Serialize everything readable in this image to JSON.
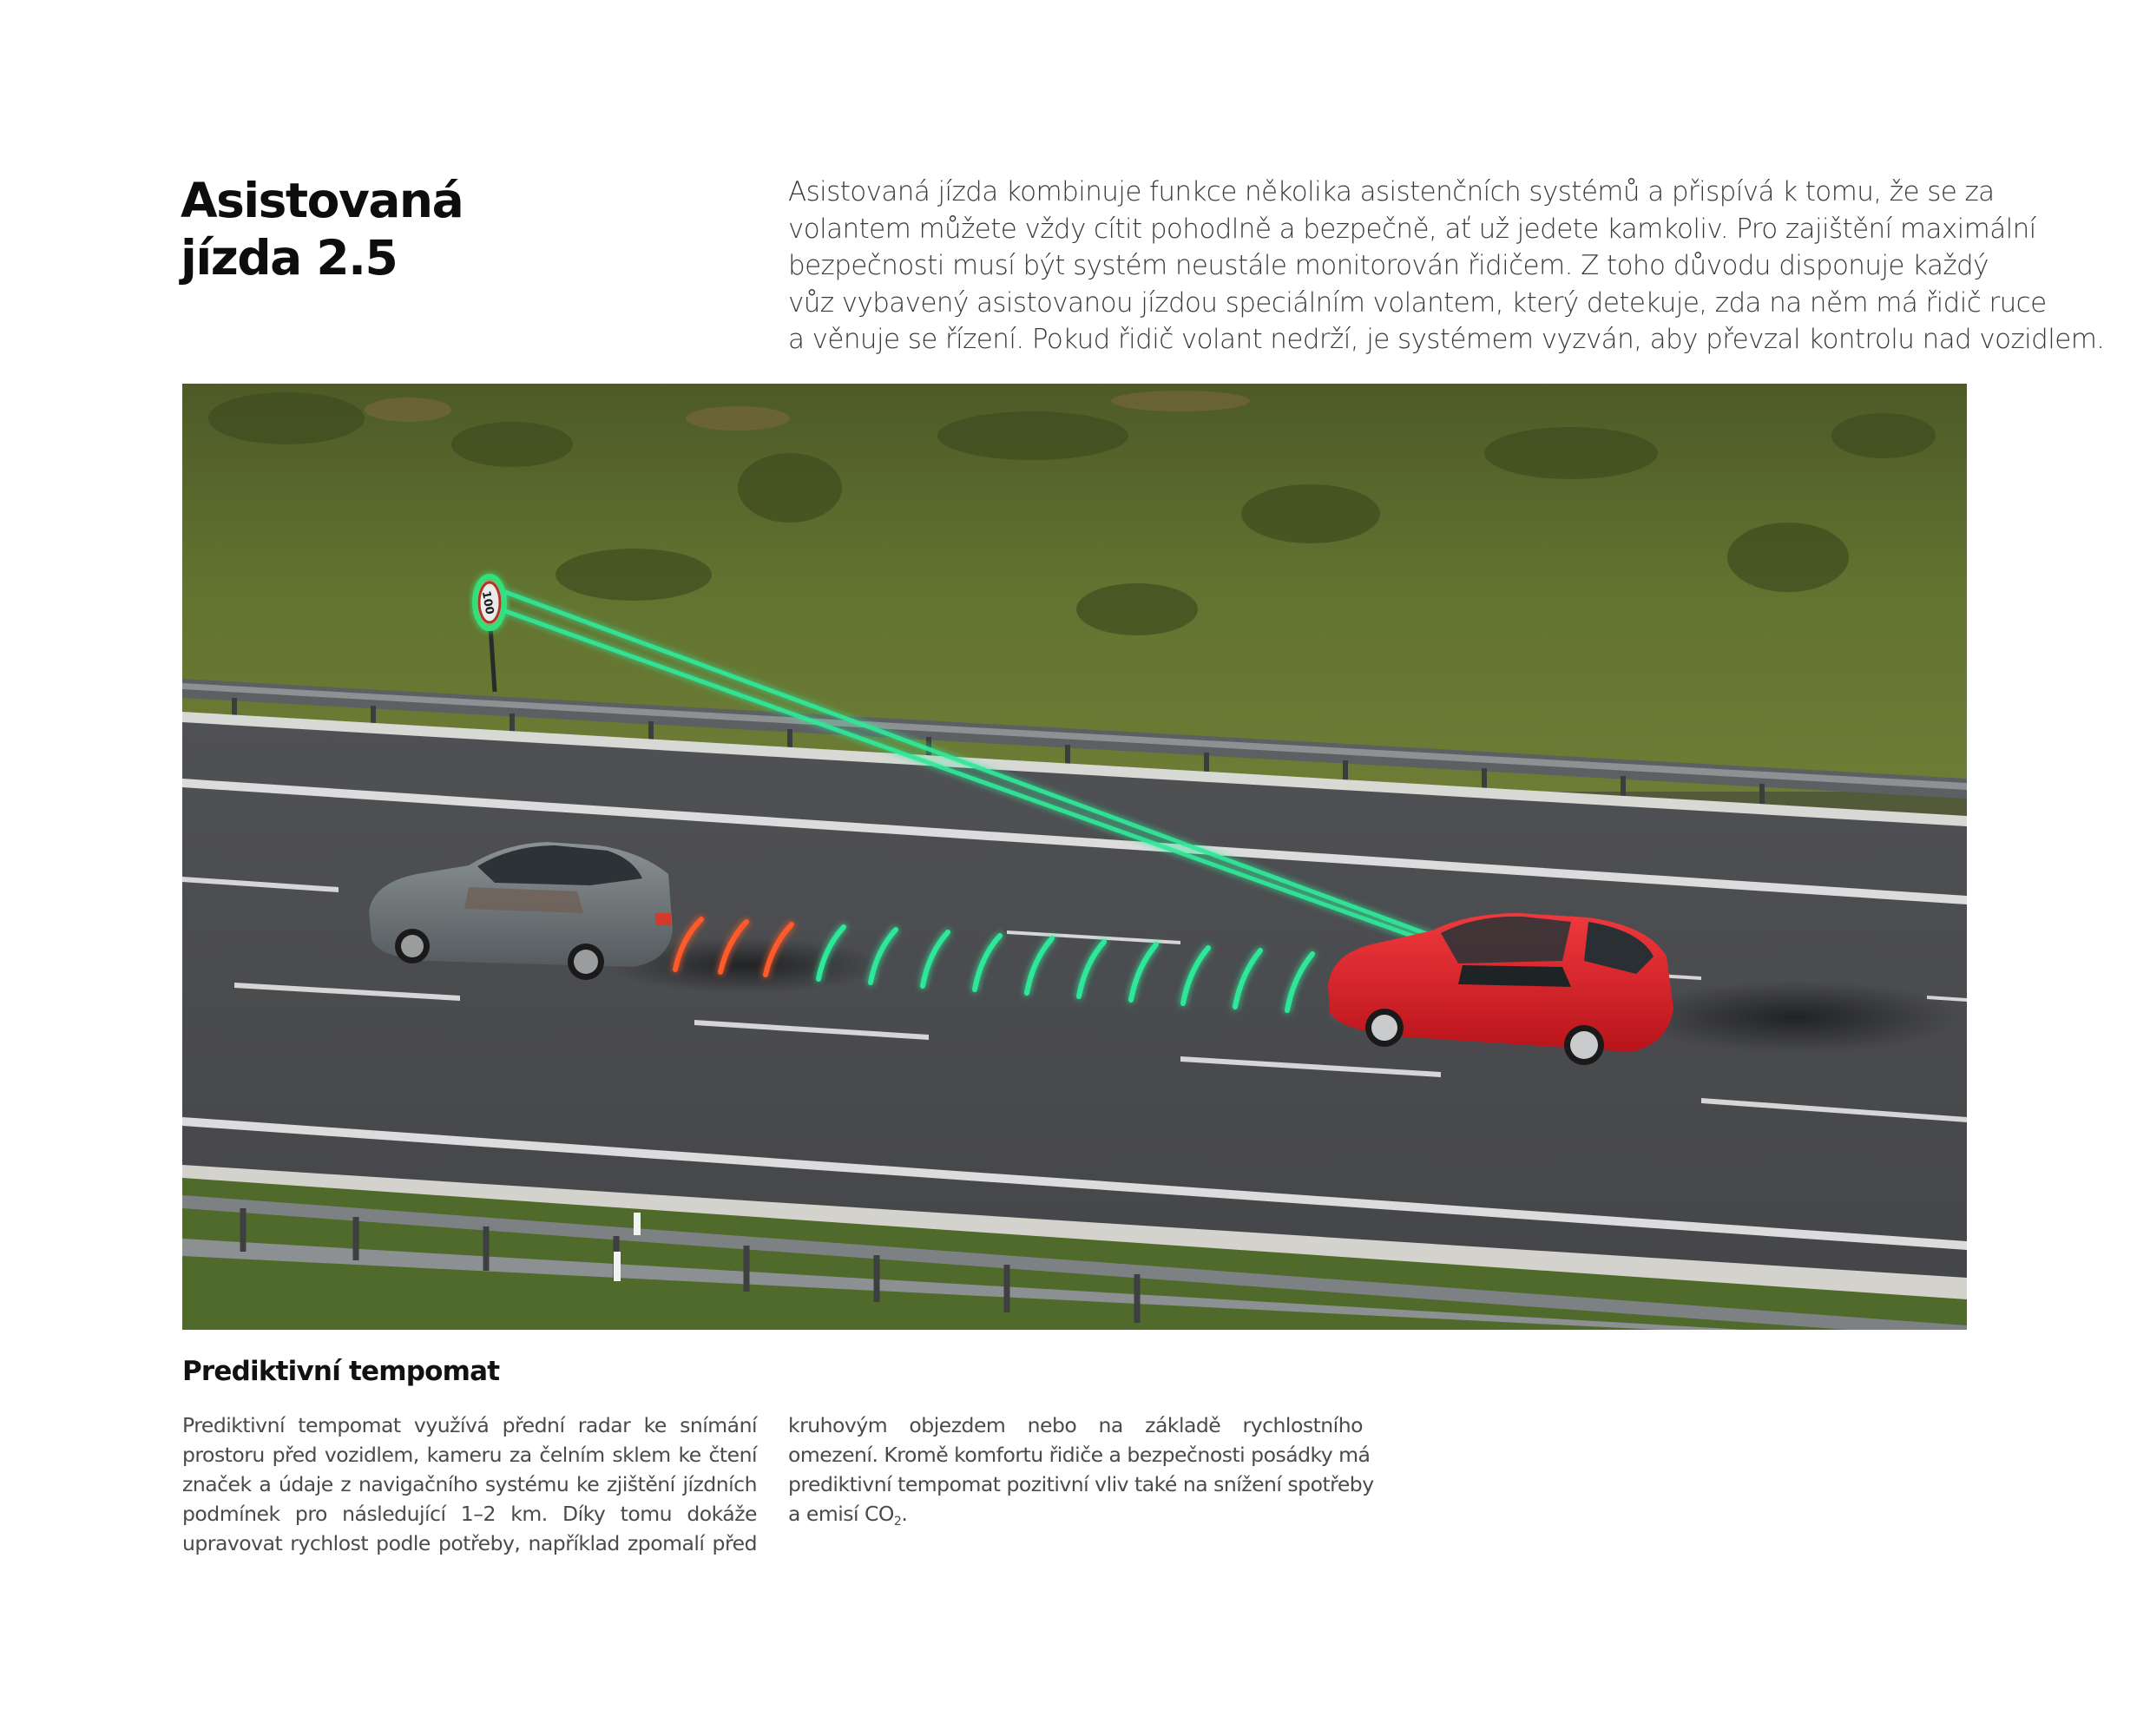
{
  "header": {
    "title_line1": "Asistovaná",
    "title_line2": "jízda 2.5"
  },
  "intro": {
    "lines": [
      "Asistovaná jízda kombinuje funkce několika asistenčních systémů a přispívá k tomu, že se za",
      "volantem můžete vždy cítit pohodlně a bezpečně, ať už jedete kamkoliv. Pro zajištění maximální",
      "bezpečnosti musí být systém neustále monitorován řidičem. Z toho důvodu disponuje každý",
      "vůz vybavený asistovanou jízdou speciálním volantem, který detekuje, zda na něm má řidič ruce",
      "a věnuje se řízení. Pokud řidič volant nedrží, je systémem vyzván, aby převzal kontrolu nad vozidlem."
    ]
  },
  "photo": {
    "description": "Aerial view of a highway: grey sedan ahead, red sedan behind with green radar arcs toward the grey car (red arcs near its rear) and green camera beams pointing to a speed limit sign",
    "speed_sign_value": "100",
    "colors": {
      "grass": "#5b6b2e",
      "asphalt": "#4a4b4d",
      "radar_green": "#2fe89a",
      "radar_red": "#ff5a2a",
      "lead_car": "#6d7476",
      "following_car": "#e0242a"
    }
  },
  "section": {
    "title": "Prediktivní tempomat",
    "col1_lines": [
      "Prediktivní tempomat využívá přední radar ke snímání",
      "prostoru před vozidlem, kameru za čelním sklem ke čtení",
      "značek a údaje z navigačního systému ke zjištění jízdních",
      "podmínek pro následující 1–2 km. Díky tomu dokáže",
      "upravovat rychlost podle potřeby, například zpomalí před"
    ],
    "col2_lines": [
      "kruhovým objezdem nebo na základě rychlostního",
      "omezení. Kromě komfortu řidiče a bezpečnosti posádky má",
      "prediktivní tempomat pozitivní vliv také na snížení spotřeby"
    ],
    "col2_last_prefix": "a emisí CO",
    "col2_last_sub": "2",
    "col2_last_suffix": "."
  }
}
